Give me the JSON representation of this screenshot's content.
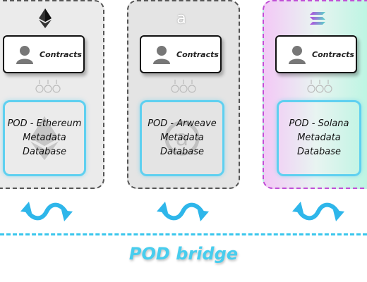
{
  "chains": [
    {
      "id": "ethereum",
      "icon": "ethereum-icon",
      "contract_label": "Contracts",
      "db_lines": [
        "POD - Ethereum",
        "Metadata",
        "Database"
      ]
    },
    {
      "id": "arweave",
      "icon": "arweave-icon",
      "icon_glyph": "a",
      "contract_label": "Contracts",
      "db_lines": [
        "POD - Arweave",
        "Metadata",
        "Database"
      ]
    },
    {
      "id": "solana",
      "icon": "solana-icon",
      "contract_label": "Contracts",
      "db_lines": [
        "POD - Solana",
        "Metadata",
        "Database"
      ]
    }
  ],
  "bridge": {
    "label": "POD bridge"
  },
  "colors": {
    "accent": "#48cdee",
    "db_border": "#5fd0f0",
    "panel_border": "#555555",
    "solana_border": "#c04fd6",
    "sync_arrows": "#2eb6ea"
  },
  "icons": {
    "contract_avatar": "person-icon",
    "connector": "plug-connector-icon",
    "sync": "sync-arrows-icon"
  }
}
